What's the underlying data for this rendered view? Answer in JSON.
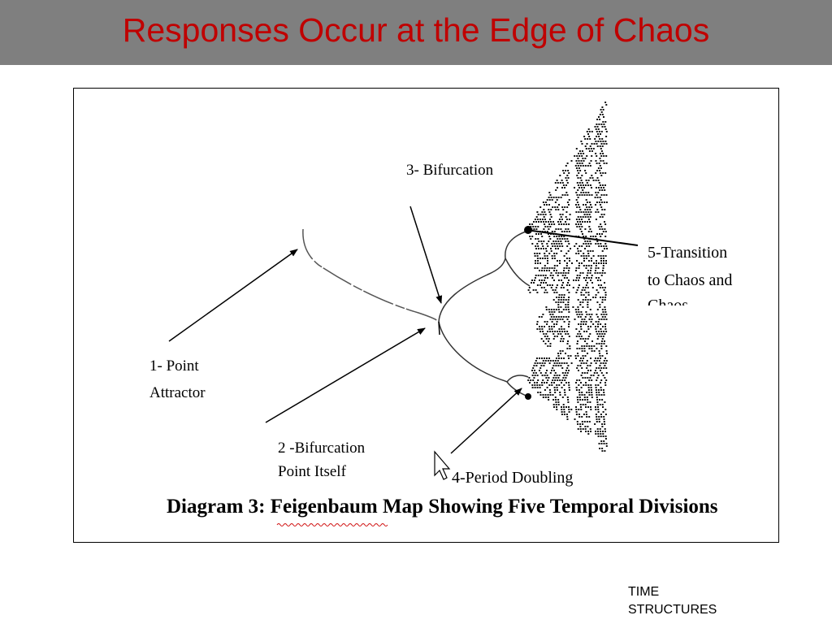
{
  "slide": {
    "title": "Responses Occur at the Edge of Chaos",
    "footer_lines": [
      "TIME",
      "STRUCTURES"
    ]
  },
  "diagram": {
    "caption_prefix": "Diagram 3",
    "caption_colon": ":",
    "caption_underlined": "Feigenbaum",
    "caption_rest": " Map Showing Five Temporal Divisions",
    "labels": {
      "point_attractor_1": "1- Point",
      "point_attractor_2": "Attractor",
      "bifurcation_point_1": "2 -Bifurcation",
      "bifurcation_point_2": "Point Itself",
      "bifurcation": "3- Bifurcation",
      "period_doubling": "4-Period Doubling",
      "transition_1": "5-Transition",
      "transition_2": "to Chaos and",
      "transition_3": "Chaos"
    },
    "colors": {
      "title_red": "#c00000",
      "header_gray": "#7f7f7f",
      "ink": "#000000",
      "squiggle_red": "#d01010"
    }
  }
}
